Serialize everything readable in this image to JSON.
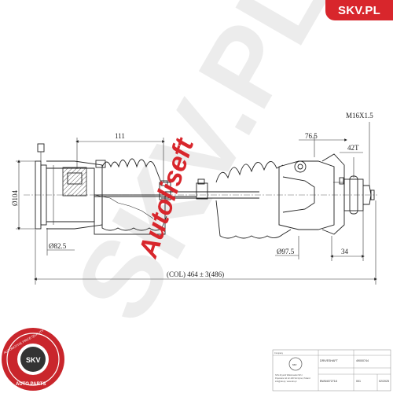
{
  "brand": {
    "site_badge": "SKV.PL",
    "watermark_brand": "Autoliseft",
    "background_watermark": "SKV.PL",
    "seal_top_text": "AUTOMOTIVE PRICE QUALITY",
    "seal_center": "SKV",
    "seal_bottom": "AUTO PARTS",
    "accent_color": "#d8262c"
  },
  "drawing": {
    "dimensions": {
      "thread": "M16X1.5",
      "inner_length": "111",
      "joint_length": "76.5",
      "teeth": "42T",
      "flange_diameter": "Ø104",
      "inner_diameter": "Ø82.5",
      "outer_diameter": "Ø97.5",
      "stub_length": "34",
      "total_length": "(COL) 464 ± 3(486)"
    }
  },
  "title_block": {
    "company_label": "Company",
    "name": "DRIVESHAFT",
    "part_number": "49000744",
    "drawing_number": "BW64072718",
    "sheet": "001",
    "date": "02/2025",
    "address_lines": [
      "SKV-Krystof Wiktorowski SP.J.",
      "Popowice 4A 12-100 Szczytno, Poland",
      "info@skv.pl, www.skv.pl"
    ]
  }
}
